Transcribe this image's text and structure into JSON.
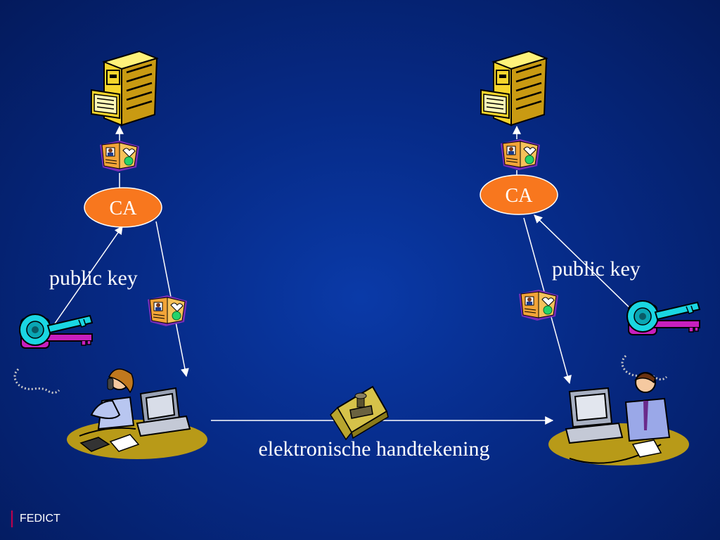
{
  "left": {
    "ca_label": "CA",
    "key_label": "public key"
  },
  "right": {
    "ca_label": "CA",
    "key_label": "public key"
  },
  "signature_label": "elektronische handtekening",
  "footer": {
    "brand": "FEDICT"
  },
  "colors": {
    "ca_fill": "#f8771e",
    "arrow": "#ffffff",
    "cabinet": "#f6d52c",
    "key_cyan": "#1ad6e2",
    "key_magenta": "#c81fbe",
    "footer_accent": "#c0004c"
  },
  "icons": [
    "file-cabinet-icon",
    "certificate-icon",
    "key-icon",
    "woman-at-computer-icon",
    "man-at-computer-icon",
    "stamp-icon"
  ]
}
